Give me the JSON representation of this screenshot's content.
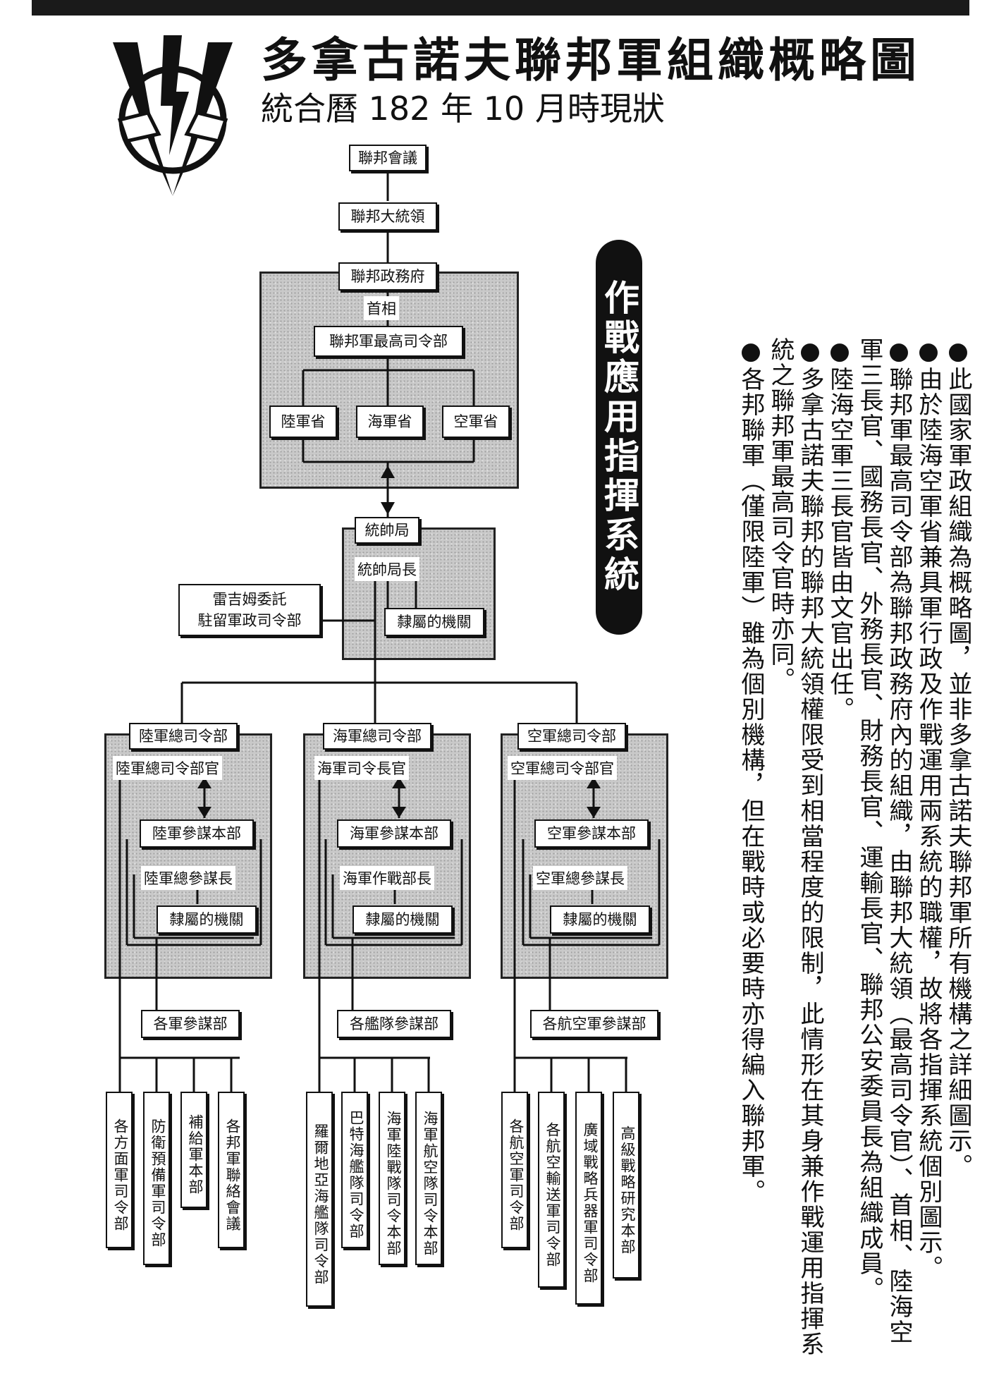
{
  "header": {
    "title": "多拿古諾夫聯邦軍組織概略圖",
    "subtitle": "統合曆 182 年 10 月時現狀"
  },
  "icons": {
    "emblem": "lightning-emblem-icon",
    "arrow": "double-arrow-icon"
  },
  "side_heading": "作戰應用指揮系統",
  "chart": {
    "federal_council": "聯邦會議",
    "president": "聯邦大統領",
    "government": {
      "title": "聯邦政務府",
      "prime_minister": "首相",
      "supreme_command": "聯邦軍最高司令部",
      "ministries": [
        "陸軍省",
        "海軍省",
        "空軍省"
      ]
    },
    "marshal_bureau": {
      "title": "統帥局",
      "chief": "統帥局長",
      "affiliated": "隸屬的機關"
    },
    "occupation_command": [
      "雷吉姆委託",
      "駐留軍政司令部"
    ],
    "army": {
      "title": "陸軍總司令部",
      "commander": "陸軍總司令部官",
      "staff_hq": "陸軍參謀本部",
      "chief_of_staff": "陸軍總參謀長",
      "affiliated": "隸屬的機關",
      "staffs": "各軍參謀部",
      "units": [
        "各方面軍司令部",
        "防衛預備軍司令部",
        "補給軍本部",
        "各邦軍聯絡會議"
      ]
    },
    "navy": {
      "title": "海軍總司令部",
      "commander": "海軍司令長官",
      "staff_hq": "海軍參謀本部",
      "chief_of_staff": "海軍作戰部長",
      "affiliated": "隸屬的機關",
      "staffs": "各艦隊參謀部",
      "units": [
        "羅爾地亞海艦隊司令部",
        "巴特海艦隊司令部",
        "海軍陸戰隊司令本部",
        "海軍航空隊司令本部"
      ]
    },
    "air": {
      "title": "空軍總司令部",
      "commander": "空軍總司令部官",
      "staff_hq": "空軍參謀本部",
      "chief_of_staff": "空軍總參謀長",
      "affiliated": "隸屬的機關",
      "staffs": "各航空軍參謀部",
      "units": [
        "各航空軍司令部",
        "各航空輸送軍司令部",
        "廣域戰略兵器軍司令部",
        "高級戰略研究本部"
      ]
    }
  },
  "notes": [
    "●此國家軍政組織為概略圖，並非多拿古諾夫聯邦軍所有機構之詳細圖示。",
    "●由於陸海空軍省兼具軍行政及作戰運用兩系統的職權，故將各指揮系統個別圖示。",
    "●聯邦軍最高司令部為聯邦政務府內的組織，由聯邦大統領（最高司令官）、首相、陸海空軍三長官、國務長官、外務長官、財務長官、運輸長官、聯邦公安委員長為組織成員。",
    "●陸海空軍三長官皆由文官出任。",
    "●多拿古諾夫聯邦的聯邦大統領權限受到相當程度的限制，此情形在其身兼作戰運用指揮系統之聯邦軍最高司令官時亦同。",
    "●各邦聯軍（僅限陸軍）雖為個別機構，但在戰時或必要時亦得編入聯邦軍。"
  ]
}
